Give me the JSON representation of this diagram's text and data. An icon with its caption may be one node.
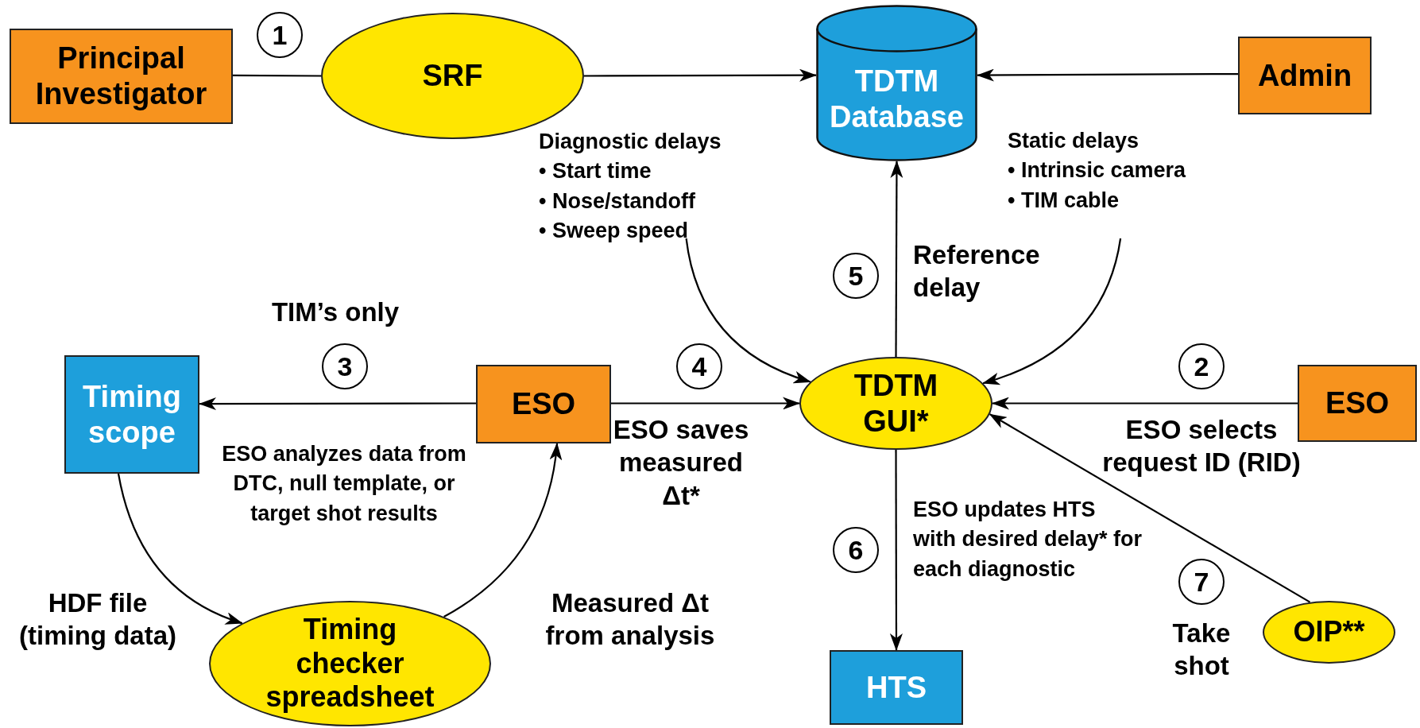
{
  "diagram": {
    "nodes": [
      {
        "text": [
          "Principal Investigator"
        ]
      },
      {
        "text": [
          "SRF"
        ]
      },
      {
        "text": [
          "TDTM Database"
        ]
      },
      {
        "text": [
          "Admin"
        ]
      },
      {
        "text": [
          "Diagnostic delays",
          "• Start time",
          "• Nose/standoff",
          "• Sweep speed"
        ]
      },
      {
        "text": [
          "Static delays",
          "• Intrinsic camera",
          "• TIM cable"
        ]
      },
      {
        "text": [
          "Timing scope"
        ]
      },
      {
        "text": [
          "ESO"
        ]
      },
      {
        "text": [
          "TDTM GUI*"
        ]
      },
      {
        "text": [
          "ESO"
        ]
      },
      {
        "text": [
          "Timing checker spreadsheet"
        ]
      },
      {
        "text": [
          "HTS"
        ]
      },
      {
        "text": [
          "OIP**"
        ]
      }
    ],
    "edges": [
      {
        "from": 0,
        "to": 1,
        "arrow": "none"
      },
      {
        "from": 1,
        "to": 2,
        "arrow": "to"
      },
      {
        "from": 3,
        "to": 2,
        "arrow": "to"
      },
      {
        "from": 4,
        "to": 8,
        "arrow": "to"
      },
      {
        "from": 5,
        "to": 8,
        "arrow": "to"
      },
      {
        "from": 8,
        "to": 2,
        "arrow": "to"
      },
      {
        "from": 7,
        "to": 6,
        "arrow": "to"
      },
      {
        "from": 7,
        "to": 8,
        "arrow": "to"
      },
      {
        "from": 6,
        "to": 10,
        "arrow": "to"
      },
      {
        "from": 10,
        "to": 7,
        "arrow": "to"
      },
      {
        "from": 9,
        "to": 8,
        "arrow": "to"
      },
      {
        "from": 12,
        "to": 8,
        "arrow": "to"
      },
      {
        "from": 8,
        "to": 11,
        "arrow": "to"
      }
    ],
    "labels": [
      "1",
      "5",
      "Reference delay",
      "TIM’s only",
      "3",
      "4",
      "2",
      "ESO analyzes data from DTC, null template, or target shot results",
      "ESO saves measured Δt*",
      "ESO selects request ID (RID)",
      "ESO updates HTS with desired delay* for each diagnostic",
      "6",
      "HDF file (timing data)",
      "Measured Δt from analysis",
      "7",
      "Take shot"
    ]
  }
}
